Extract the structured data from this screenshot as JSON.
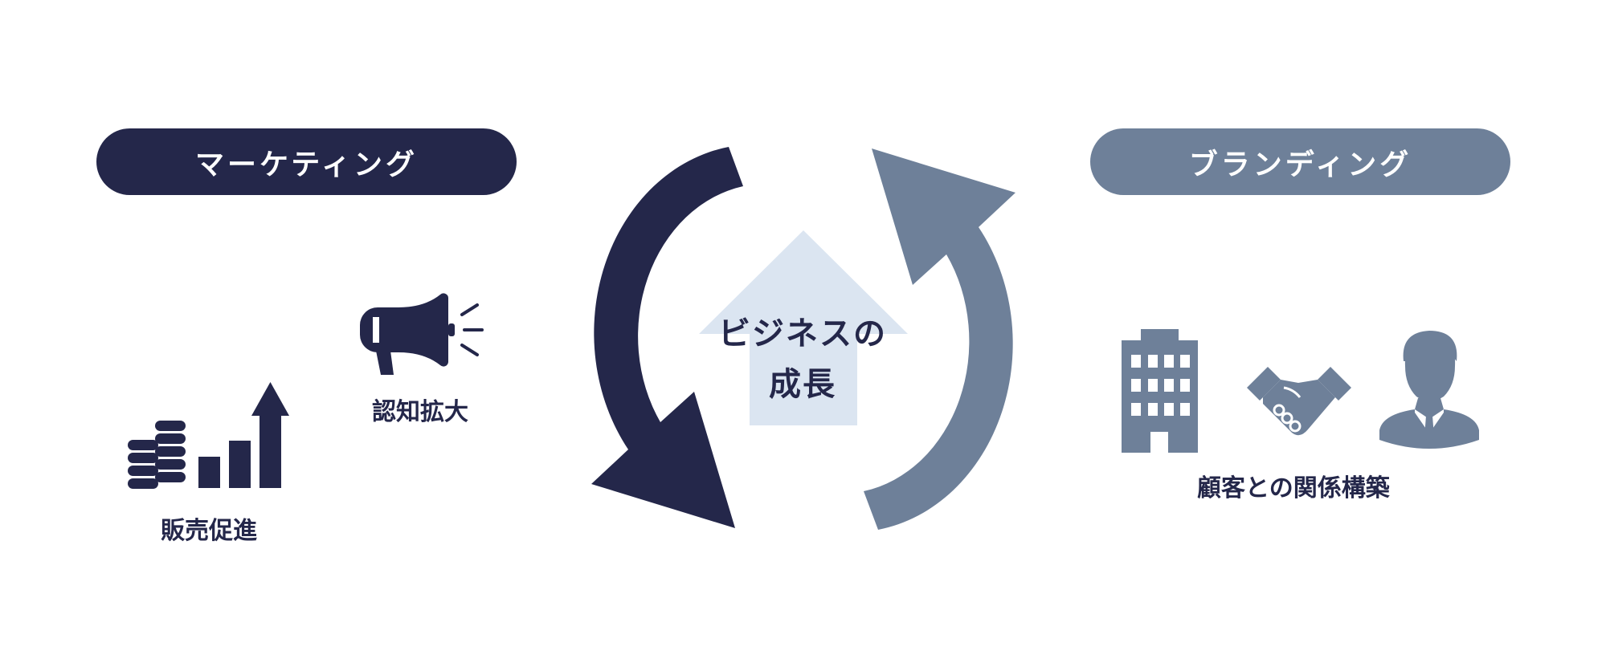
{
  "left_heading": "マーケティング",
  "right_heading": "ブランディング",
  "center_title_line1": "ビジネスの",
  "center_title_line2": "成長",
  "left_items": [
    "販売促進",
    "認知拡大"
  ],
  "right_items": [
    "顧客との関係構築"
  ],
  "colors": {
    "dark_navy": "#24274a",
    "slate_blue": "#6e8099",
    "pale_blue": "#dbe5f1"
  },
  "icons": [
    "coin-stack-icon",
    "growth-bar-chart-icon",
    "megaphone-icon",
    "office-building-icon",
    "handshake-icon",
    "businessman-icon"
  ]
}
